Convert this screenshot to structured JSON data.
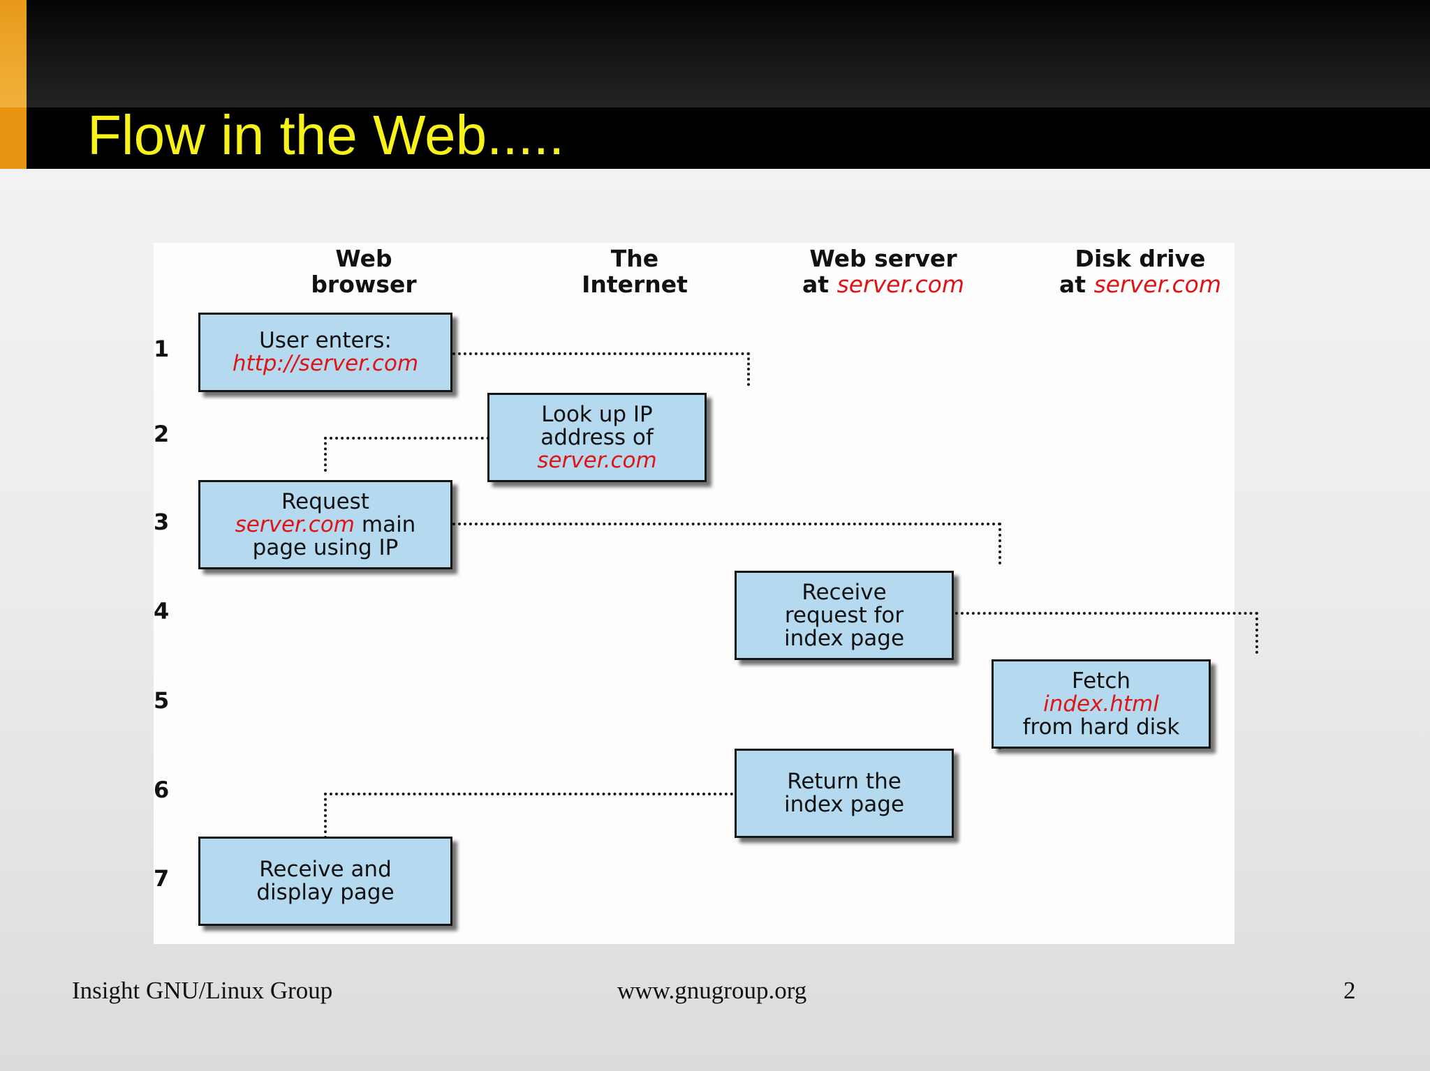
{
  "slide": {
    "title": "Flow in the Web.....",
    "colors": {
      "title": "#f7f21a",
      "accent": "#e89413",
      "box_fill": "#b5d9ee",
      "highlight_text": "#e01414"
    }
  },
  "diagram": {
    "columns": [
      {
        "line1": "Web",
        "line2": "browser"
      },
      {
        "line1": "The",
        "line2": "Internet"
      },
      {
        "line1": "Web server",
        "line2_prefix": "at",
        "line2_em": "server.com"
      },
      {
        "line1": "Disk drive",
        "line2_prefix": "at",
        "line2_em": "server.com"
      }
    ],
    "steps": [
      "1",
      "2",
      "3",
      "4",
      "5",
      "6",
      "7"
    ],
    "boxes": {
      "user_enters": {
        "line1": "User enters:",
        "line2_red": "http://server.com"
      },
      "lookup_ip": {
        "line1": "Look up IP",
        "line2": "address of",
        "line3_red": "server.com"
      },
      "request_page": {
        "line1": "Request",
        "line2_red": "server.com",
        "line2_rest": " main",
        "line3": "page using IP"
      },
      "receive_request": {
        "line1": "Receive",
        "line2": "request for",
        "line3": "index page"
      },
      "fetch": {
        "line1": "Fetch",
        "line2_red": "index.html",
        "line3": "from hard disk"
      },
      "return_page": {
        "line1": "Return the",
        "line2": "index page"
      },
      "display_page": {
        "line1": "Receive and",
        "line2": "display page"
      }
    }
  },
  "footer": {
    "left": "Insight GNU/Linux Group",
    "center": "www.gnugroup.org",
    "page_number": "2"
  }
}
